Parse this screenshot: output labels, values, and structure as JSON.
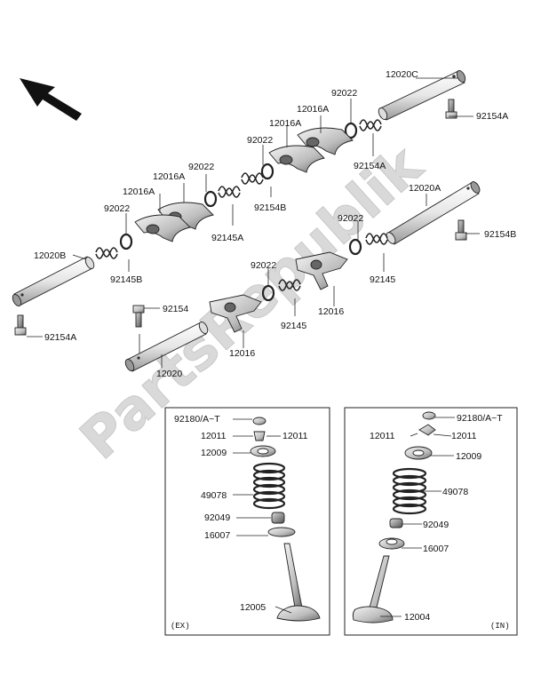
{
  "watermark": "PartsRepublik",
  "icons": [
    "direction-arrow-icon"
  ],
  "boxes": {
    "ex": {
      "tag": "(EX)"
    },
    "in": {
      "tag": "(IN)"
    }
  },
  "labels": {
    "p12020C": "12020C",
    "p92154A_top": "92154A",
    "p92022_a": "92022",
    "p12016A_a": "12016A",
    "p12016A_b": "12016A",
    "p92154A_mid": "92154A",
    "p92022_b": "92022",
    "p92154B_a": "92154B",
    "p92022_c": "92022",
    "p12016A_c": "12016A",
    "p12016A_d": "12016A",
    "p92145A": "92145A",
    "p92022_d": "92022",
    "p12020A": "12020A",
    "p92154B_b": "92154B",
    "p12020B": "12020B",
    "p92145B": "92145B",
    "p92022_e": "92022",
    "p92022_f": "92022",
    "p92145_a": "92145",
    "p12016_a": "12016",
    "p92154A_left": "92154A",
    "p92154": "92154",
    "p92145_b": "92145",
    "p12016_b": "12016",
    "p12020": "12020",
    "ex_92180": "92180/A~T",
    "ex_12011_l": "12011",
    "ex_12011_r": "12011",
    "ex_12009": "12009",
    "ex_49078": "49078",
    "ex_92049": "92049",
    "ex_16007": "16007",
    "ex_12005": "12005",
    "in_92180": "92180/A~T",
    "in_12011_l": "12011",
    "in_12011_r": "12011",
    "in_12009": "12009",
    "in_49078": "49078",
    "in_92049": "92049",
    "in_16007": "16007",
    "in_12004": "12004"
  }
}
